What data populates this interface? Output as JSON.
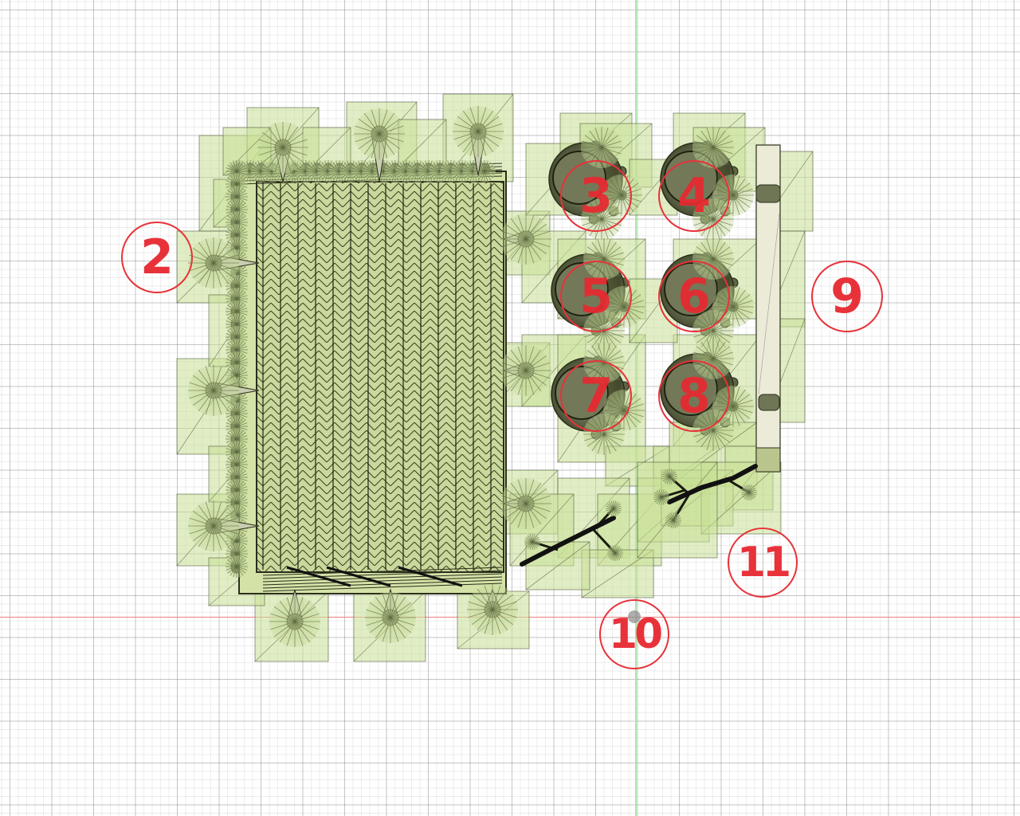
{
  "viewport": {
    "view": "top",
    "grid": {
      "visible": true
    },
    "axes": {
      "x_color": "#f08080",
      "y_color": "#a8eaa0"
    },
    "model_color": "#d8e8b4",
    "support_color": "#c8dc9c"
  },
  "callouts": [
    {
      "label": "2",
      "target": "container-tray"
    },
    {
      "label": "3",
      "target": "turret-3"
    },
    {
      "label": "4",
      "target": "turret-4"
    },
    {
      "label": "5",
      "target": "turret-5"
    },
    {
      "label": "6",
      "target": "turret-6"
    },
    {
      "label": "7",
      "target": "turret-7"
    },
    {
      "label": "8",
      "target": "turret-8"
    },
    {
      "label": "9",
      "target": "rail-bar"
    },
    {
      "label": "10",
      "target": "weapon-part-10"
    },
    {
      "label": "11",
      "target": "weapon-part-11"
    }
  ],
  "colors": {
    "callout": "#e8323a"
  }
}
